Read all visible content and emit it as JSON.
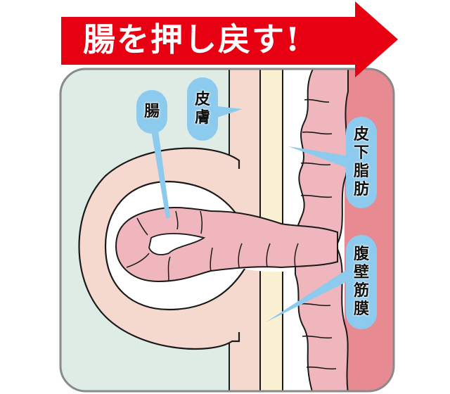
{
  "banner": {
    "text": "腸を押し戻す!",
    "color": "#e60012",
    "icon": "right-arrow-icon"
  },
  "diagram": {
    "title": "Hernia cross-section",
    "colors": {
      "background": "#dfece6",
      "skin": "#f5d9cf",
      "subcutaneous_fat": "#faf0d2",
      "intestine": "#efb6be",
      "abdominal_wall": "#e88a92",
      "label_bubble": "#8ccbee",
      "outline": "#1a1a1a",
      "panel_border": "#8a8a8a"
    },
    "labels": [
      {
        "id": "intestine",
        "text": "腸",
        "chars": [
          "腸"
        ]
      },
      {
        "id": "skin",
        "text": "皮膚",
        "chars": [
          "皮",
          "膚"
        ]
      },
      {
        "id": "subcutaneous_fat",
        "text": "皮下脂肪",
        "chars": [
          "皮",
          "下",
          "脂",
          "肪"
        ]
      },
      {
        "id": "abdominal_fascia",
        "text": "腹壁筋膜",
        "chars": [
          "腹",
          "壁",
          "筋",
          "膜"
        ]
      }
    ]
  }
}
